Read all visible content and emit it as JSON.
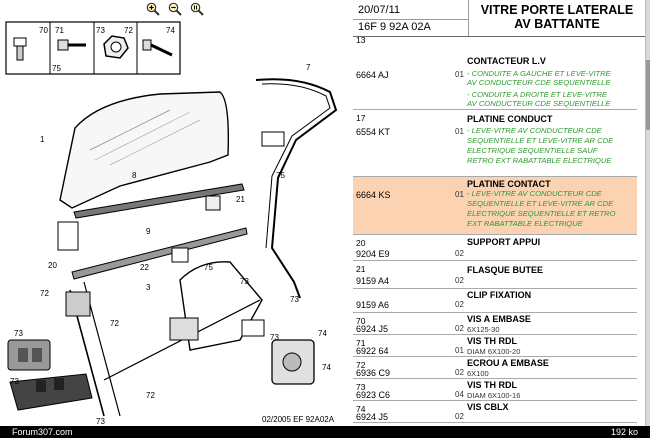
{
  "toolbar": {
    "icons": [
      "zoom-in-icon",
      "zoom-out-icon",
      "zoom-reset-icon"
    ]
  },
  "diagram": {
    "fastener_labels": [
      "70",
      "71",
      "72",
      "73",
      "74",
      "75"
    ],
    "callouts": [
      "1",
      "7",
      "8",
      "9",
      "3",
      "20",
      "21",
      "22",
      "72",
      "73",
      "75",
      "75",
      "74",
      "74",
      "72",
      "73",
      "73",
      "73",
      "73",
      "72",
      "73"
    ],
    "footer": "02/2005   EF 92A02A"
  },
  "header": {
    "date": "20/07/11",
    "ref": "16F 9 92A 02A",
    "title_line1": "VITRE PORTE LATERALE",
    "title_line2": "AV BATTANTE"
  },
  "rows": [
    {
      "ref": "13",
      "code": "6664 AJ",
      "qty": "01",
      "name": "CONTACTEUR L.V",
      "notes": [
        "- CONDUITE A GAUCHE ET LEVE-VITRE",
        "AV CONDUCTEUR CDE SEQUENTIELLE",
        "- CONDUITE A DROITE ET LEVE-VITRE",
        "AV CONDUCTEUR CDE SEQUENTIELLE"
      ]
    },
    {
      "ref": "17",
      "code": "6554 KT",
      "qty": "01",
      "name": "PLATINE CONDUCT",
      "notes": [
        "- LEVE-VITRE AV CONDUCTEUR CDE",
        "SEQUENTIELLE ET LEVE-VITRE AR CDE",
        "ELECTRIQUE SEQUENTIELLE SAUF",
        "RETRO EXT RABATTABLE ELECTRIQUE"
      ]
    },
    {
      "ref": "",
      "code": "6664 KS",
      "qty": "01",
      "name": "PLATINE CONTACT",
      "notes": [
        "- LEVE-VITRE AV CONDUCTEUR CDE",
        "SEQUENTIELLE ET LEVE-VITRE AR CDE",
        "ELECTRIQUE SEQUENTIELLE ET RETRO",
        "EXT RABATTABLE ELECTRIQUE"
      ]
    },
    {
      "ref": "20",
      "code": "9204 E9",
      "qty": "02",
      "name": "SUPPORT APPUI",
      "sub": ""
    },
    {
      "ref": "21",
      "code": "9159 A4",
      "qty": "02",
      "name": "FLASQUE BUTEE",
      "sub": ""
    },
    {
      "ref": "",
      "code": "9159 A6",
      "qty": "02",
      "name": "CLIP FIXATION",
      "sub": ""
    },
    {
      "ref": "70",
      "code": "6924 J5",
      "qty": "02",
      "name": "VIS A EMBASE",
      "sub": "6X125-30"
    },
    {
      "ref": "71",
      "code": "6922 64",
      "qty": "01",
      "name": "VIS TH RDL",
      "sub": "DIAM 6X100-20"
    },
    {
      "ref": "72",
      "code": "6936 C9",
      "qty": "02",
      "name": "ECROU A EMBASE",
      "sub": "6X100"
    },
    {
      "ref": "73",
      "code": "6923 C6",
      "qty": "04",
      "name": "VIS TH RDL",
      "sub": "DIAM 6X100-16"
    },
    {
      "ref": "74",
      "code": "6924 J5",
      "qty": "02",
      "name": "VIS CBLX",
      "sub": ""
    }
  ],
  "status": {
    "left": "Forum307.com",
    "right": "192 ko"
  },
  "colors": {
    "highlight": "#fbd3b2",
    "note_green": "#2e9a2e"
  }
}
